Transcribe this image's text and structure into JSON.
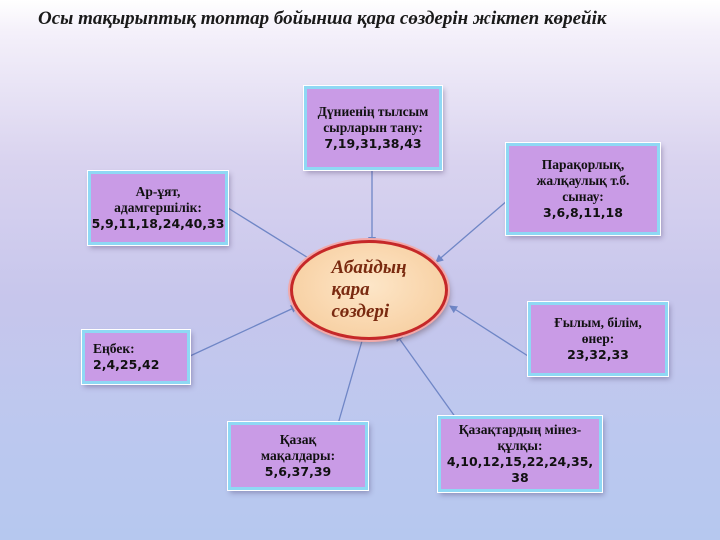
{
  "title": "Осы тақырыптық топтар бойынша қара сөздерін жіктеп көрейік",
  "center": {
    "label": "Абайдың\nқара\nсөздері"
  },
  "boxes": [
    {
      "id": "top",
      "label": "Дүниенің тылсым сырларын тану:",
      "numbers": "7,19,31,38,43"
    },
    {
      "id": "top-right",
      "label": "Парақорлық, жалқаулық т.б. сынау:",
      "numbers": "3,6,8,11,18"
    },
    {
      "id": "top-left",
      "label": "Ар-ұят, адамгершілік:",
      "numbers": "5,9,11,18,24,40,33"
    },
    {
      "id": "right",
      "label": "Ғылым, білім, өнер:",
      "numbers": "23,32,33"
    },
    {
      "id": "left",
      "label": "Еңбек:",
      "numbers": "2,4,25,42"
    },
    {
      "id": "bottom-left",
      "label": "Қазақ мақалдары:",
      "numbers": "5,6,37,39"
    },
    {
      "id": "bottom-right",
      "label": "Қазақтардың мінез-құлқы:",
      "numbers": "4,10,12,15,22,24,35,38"
    }
  ],
  "colors": {
    "box_fill": "#c99be6",
    "box_border": "#8fd8f4",
    "ellipse_border": "#c62828",
    "ellipse_fill": "#f8d2a6",
    "arrow": "#6f86c6"
  }
}
